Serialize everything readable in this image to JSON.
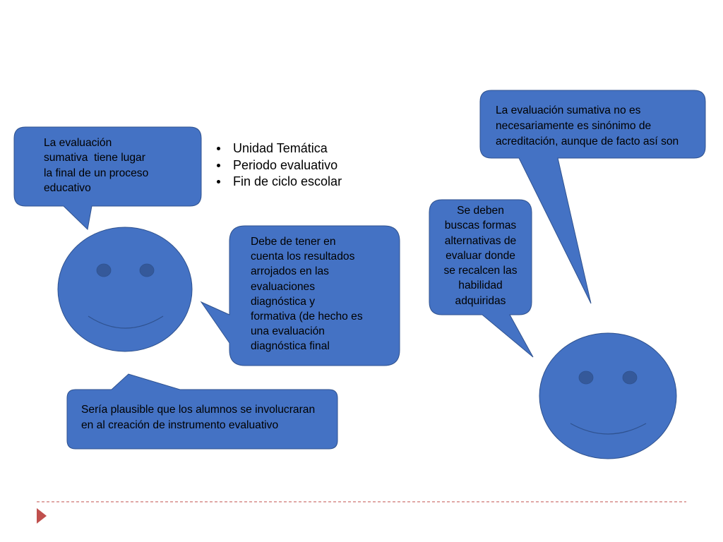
{
  "slide": {
    "topics": {
      "bullets": [
        "Unidad Temática",
        "Periodo evaluativo",
        "Fin de ciclo escolar"
      ]
    },
    "bubbles": {
      "top_left": {
        "lines": [
          "La evaluación",
          "sumativa  tiene lugar",
          "la final de un proceso",
          "educativo"
        ]
      },
      "center": {
        "lines": [
          "Debe de tener en",
          "cuenta los resultados",
          "arrojados en las",
          "evaluaciones",
          "diagnóstica y",
          "formativa (de hecho es",
          "una evaluación",
          "diagnóstica final"
        ]
      },
      "bottom": {
        "lines": [
          "Sería plausible que los alumnos se involucraran",
          "en al creación de instrumento evaluativo"
        ]
      },
      "top_right": {
        "lines": [
          "La evaluación sumativa no es",
          "necesariamente es sinónimo de",
          "acreditación, aunque de facto así son"
        ]
      },
      "right": {
        "lines": [
          "Se deben",
          "buscas formas",
          "alternativas de",
          "evaluar donde",
          "se recalcen las",
          "habilidad",
          "adquiridas"
        ]
      }
    }
  },
  "icons": {
    "left_face": "smiley-face-icon",
    "right_face": "smiley-face-icon",
    "footer_marker": "triangle-right-icon",
    "bullet": "bullet-dot-icon"
  },
  "colors": {
    "bubble_fill": "#4472C4",
    "bubble_stroke": "#2F528F",
    "face_fill": "#4472C4",
    "eye_fill": "#35599A",
    "accent_red": "#C0504D"
  }
}
